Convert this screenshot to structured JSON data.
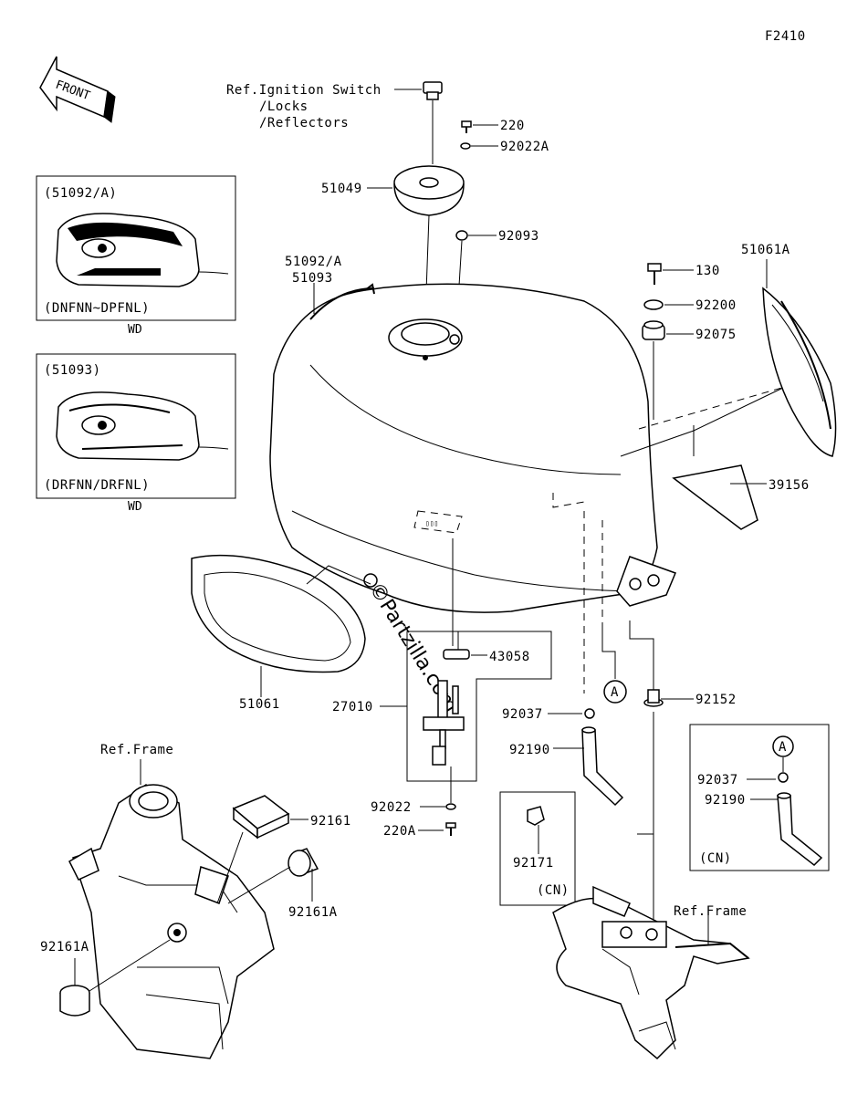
{
  "figure_code": "F2410",
  "front_label": "FRONT",
  "watermark": "©Partzilla.com",
  "ref_notes": {
    "ignition": "Ref.Ignition Switch",
    "locks": "/Locks",
    "reflectors": "/Reflectors",
    "frame_left": "Ref.Frame",
    "frame_right": "Ref.Frame"
  },
  "insets": [
    {
      "title": "(51092/A)",
      "variant": "(DNFNN~DPFNL)",
      "caption": "WD"
    },
    {
      "title": "(51093)",
      "variant": "(DRFNN/DRFNL)",
      "caption": "WD"
    }
  ],
  "callouts": {
    "p220": "220",
    "p92022A": "92022A",
    "p51049": "51049",
    "p92093": "92093",
    "p51092A_51093_a": "51092/A",
    "p51092A_51093_b": "51093",
    "p130": "130",
    "p92200": "92200",
    "p92075": "92075",
    "p51061A": "51061A",
    "p39156": "39156",
    "p43058": "43058",
    "p27010": "27010",
    "p51061": "51061",
    "p92037": "92037",
    "p92190": "92190",
    "p92152": "92152",
    "p92022": "92022",
    "p220A": "220A",
    "p92171": "92171",
    "p92161": "92161",
    "p92161A_right": "92161A",
    "p92161A_left": "92161A",
    "cn_92037": "92037",
    "cn_92190": "92190"
  },
  "markers": {
    "a_main": "A",
    "a_cn": "A"
  },
  "cn_labels": {
    "box_92171": "(CN)",
    "box_hose": "(CN)"
  }
}
